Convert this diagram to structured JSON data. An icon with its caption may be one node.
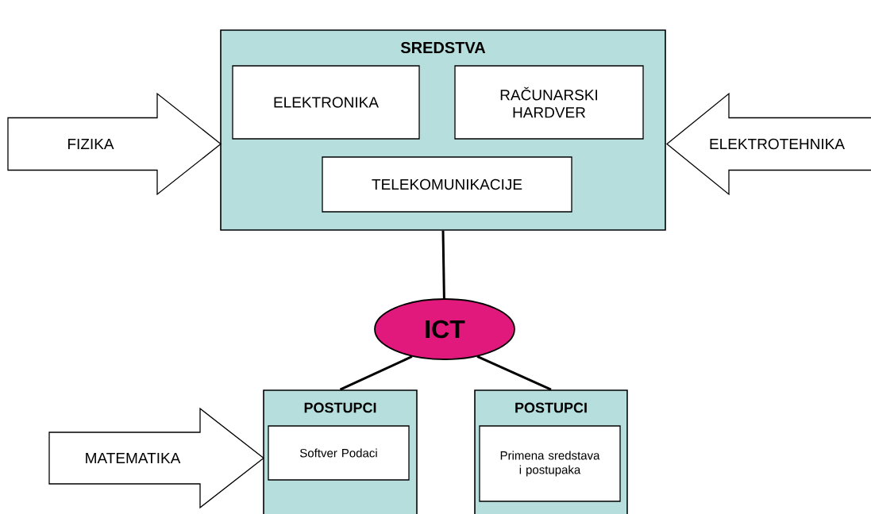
{
  "diagram": {
    "nodes": [
      {
        "text": [
          "SREDSTVA"
        ]
      },
      {
        "text": [
          "ELEKTRONIKA"
        ],
        "in": 0
      },
      {
        "text": [
          "RAČUNARSKI HARDVER"
        ],
        "in": 0
      },
      {
        "text": [
          "TELEKOMUNIKACIJE"
        ],
        "in": 0
      },
      {
        "text": [
          "FIZIKA"
        ]
      },
      {
        "text": [
          "ELEKTROTEHNIKA"
        ]
      },
      {
        "text": [
          "ICT"
        ]
      },
      {
        "text": [
          "POSTUPCI"
        ]
      },
      {
        "text": [
          "Softver Podaci"
        ],
        "in": 7
      },
      {
        "text": [
          "POSTUPCI"
        ]
      },
      {
        "text": [
          "Primena sredstava i postupaka"
        ],
        "in": 9
      },
      {
        "text": [
          "MATEMATIKA"
        ]
      }
    ],
    "edges": [
      {
        "from": 0,
        "to": 6,
        "arrow": "none"
      },
      {
        "from": 6,
        "to": 7,
        "arrow": "none"
      },
      {
        "from": 6,
        "to": 9,
        "arrow": "none"
      }
    ]
  }
}
